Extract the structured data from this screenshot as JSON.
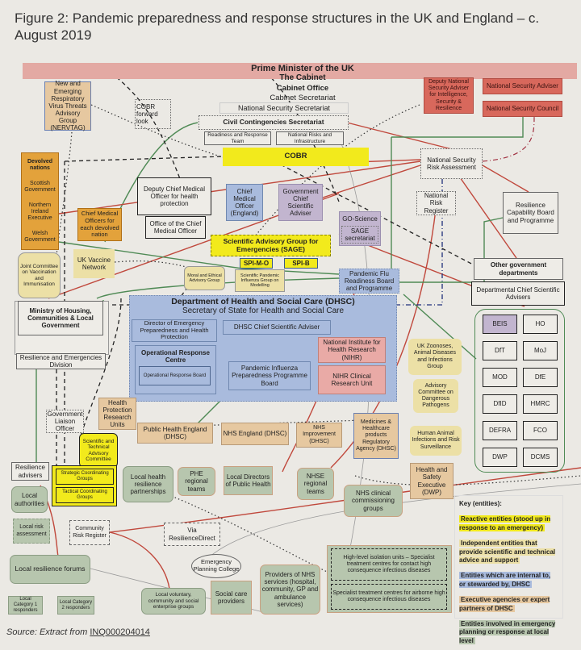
{
  "title": "Figure 2: Pandemic preparedness and response structures in the UK and England – c. August 2019",
  "top": {
    "pm": "Prime Minister of the UK",
    "cabinet": "The Cabinet",
    "cabinet_office": "Cabinet Office",
    "cabinet_secretariat": "Cabinet Secretariat",
    "nss": "National Security Secretariat"
  },
  "nodes": {
    "nervtag": "New and Emerging Respiratory Virus Threats Advisory Group (NERVTAG)",
    "cobr_forward": "COBR forward look",
    "ccs": "Civil Contingencies Secretariat",
    "rrt": "Readiness and Response Team",
    "nri": "National Risks and Infrastructure",
    "cobr": "COBR",
    "devolved_title": "Devolved nations",
    "scottish": "Scottish Government",
    "ni": "Northern Ireland Executive",
    "welsh": "Welsh Government",
    "dcmo": "Deputy Chief Medical Officer for health protection",
    "ocmo": "Office of the Chief Medical Officer",
    "cmo": "Chief Medical Officer (England)",
    "gcsa": "Government Chief Scientific Adviser",
    "cmos_devolved": "Chief Medical Officers for each devolved nation",
    "sage": "Scientific Advisory Group for Emergencies (SAGE)",
    "spimo": "SPI-M-O",
    "spib": "SPI-B",
    "ukvn": "UK Vaccine Network",
    "jcvi": "Joint Committee on Vaccination and Immunisation",
    "moral": "Moral and Ethical Advisory Group",
    "spi_m": "Scientific Pandemic Influenza Group on Modelling",
    "goscience": "GO-Science",
    "sage_sec": "SAGE secretariat",
    "pfrb": "Pandemic Flu Readiness Board and Programme",
    "dnsa": "Deputy National Security Adviser for Intelligence, Security & Resilience",
    "nsa": "National Security Adviser",
    "nsc": "National Security Council",
    "nsra": "National Security Risk Assessment",
    "nrr": "National Risk Register",
    "rcbp": "Resilience Capability Board and Programme",
    "ogd": "Other government departments",
    "dcsa": "Departmental Chief Scientific Advisers",
    "dhsc_title": "Department of Health and Social Care (DHSC)",
    "dhsc_sub": "Secretary of State for Health and Social Care",
    "depha": "Director of Emergency Preparedness and Health Protection",
    "dhsc_csa": "DHSC Chief Scientific Adviser",
    "orc": "Operational Response Centre",
    "orb": "Operational Response Board",
    "nihr": "National Institute for Health Research (NIHR)",
    "nihr_cru": "NIHR Clinical Research Unit",
    "pippb": "Pandemic Influenza Preparedness Programme Board",
    "mhclg": "Ministry of Housing, Communities & Local Government",
    "red": "Resilience and Emergencies Division",
    "glo": "Government Liaison Officer",
    "hpru": "Health Protection Research Units",
    "phe": "Public Health England (DHSC)",
    "nhse": "NHS England (DHSC)",
    "nhsi": "NHS Improvement (DHSC)",
    "mhra": "Medicines & Healthcare products Regulatory Agency (DHSC)",
    "zoonoses": "UK Zoonoses, Animal Diseases and Infections Group",
    "acdp": "Advisory Committee on Dangerous Pathogens",
    "haiRS": "Human Animal Infections and Risk Surveillance",
    "hse": "Health and Safety Executive (DWP)",
    "stac": "Scientific and Technical Advisory Committee",
    "res_adv": "Resilience advisers",
    "scg": "Strategic Coordinating Groups",
    "tcg": "Tactical Coordinating Groups",
    "lhrp": "Local health resilience partnerships",
    "phe_reg": "PHE regional teams",
    "ldph": "Local Directors of Public Health",
    "nhse_reg": "NHSE regional teams",
    "ccg": "NHS clinical commissioning groups",
    "la": "Local authorities",
    "lra": "Local risk assessment",
    "crr": "Community Risk Register",
    "rd": "Via ResilienceDirect",
    "epc": "Emergency Planning College",
    "lrf": "Local resilience forums",
    "cat1": "Local Category 1 responders",
    "cat2": "Local Category 2 responders",
    "vol": "Local voluntary, community and social enterprise groups",
    "scp": "Social care providers",
    "nhs_prov": "Providers of NHS services (hospital, community, GP and ambulance services)",
    "hliu": "High-level isolation units – Specialist treatment centres for contact high consequence infectious diseases",
    "airborne": "Specialist treatment centres for airborne high consequence infectious diseases"
  },
  "departments": [
    "BEIS",
    "HO",
    "DfT",
    "MoJ",
    "MOD",
    "DfE",
    "DfID",
    "HMRC",
    "DEFRA",
    "FCO",
    "DWP",
    "DCMS"
  ],
  "key": {
    "title": "Key (entities):",
    "items": [
      {
        "label": "Reactive entities (stood up in response to an emergency)",
        "color": "#f2ea1c"
      },
      {
        "label": "Independent entities that provide scientific and technical advice and support",
        "color": "#ece0a6"
      },
      {
        "label": "Entities which are internal to, or stewarded by, DHSC",
        "color": "#a9bbdd"
      },
      {
        "label": "Executive agencies or expert partners of DHSC",
        "color": "#e6c8a0"
      },
      {
        "label": "Entities involved in emergency planning or response at local level",
        "color": "#b7c6ae"
      }
    ]
  },
  "source": {
    "prefix": "Source: Extract from ",
    "link": "INQ000204014"
  }
}
